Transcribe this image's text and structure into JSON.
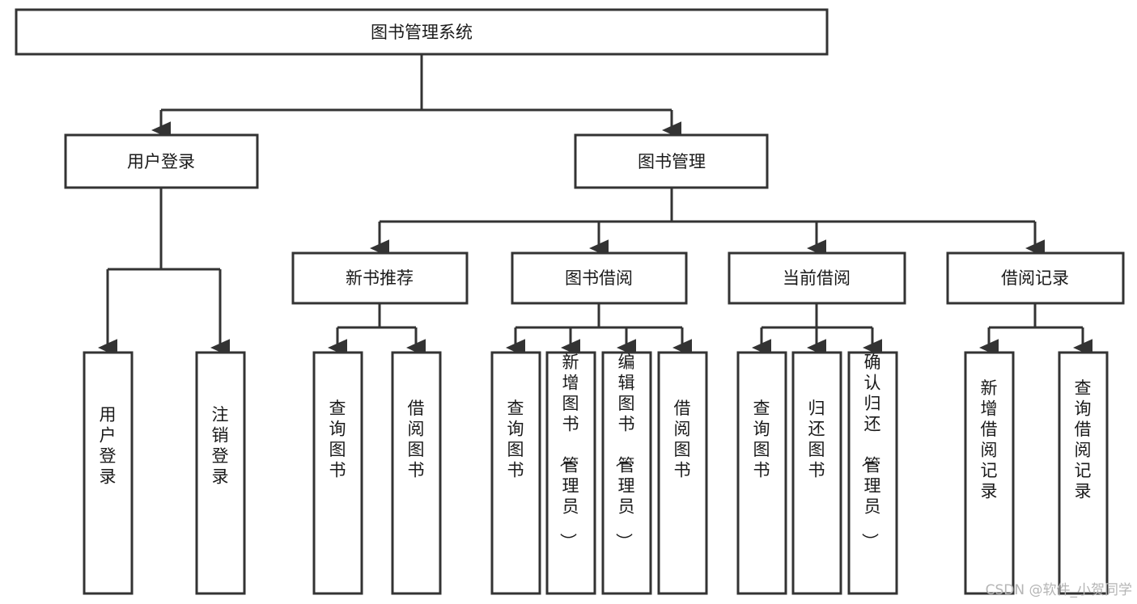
{
  "diagram": {
    "title": "图书管理系统",
    "type": "hierarchy-tree",
    "root": {
      "label": "图书管理系统"
    },
    "level2": [
      {
        "label": "用户登录"
      },
      {
        "label": "图书管理"
      }
    ],
    "level3": [
      {
        "label": "新书推荐"
      },
      {
        "label": "图书借阅"
      },
      {
        "label": "当前借阅"
      },
      {
        "label": "借阅记录"
      }
    ],
    "leaves_user_login": [
      {
        "label": "用户登录"
      },
      {
        "label": "注销登录"
      }
    ],
    "leaves_new_book": [
      {
        "label": "查询图书"
      },
      {
        "label": "借阅图书"
      }
    ],
    "leaves_borrow": [
      {
        "label": "查询图书"
      },
      {
        "label": "新增图书（管理员）"
      },
      {
        "label": "编辑图书（管理员）"
      },
      {
        "label": "借阅图书"
      }
    ],
    "leaves_current": [
      {
        "label": "查询图书"
      },
      {
        "label": "归还图书"
      },
      {
        "label": "确认归还（管理员）"
      }
    ],
    "leaves_records": [
      {
        "label": "新增借阅记录"
      },
      {
        "label": "查询借阅记录"
      }
    ]
  },
  "watermark": {
    "text": "CSDN @软件_小贺同学"
  },
  "colors": {
    "stroke": "#333333",
    "fill": "#ffffff",
    "text": "#1a1a1a",
    "watermark": "#b5b5b5"
  }
}
